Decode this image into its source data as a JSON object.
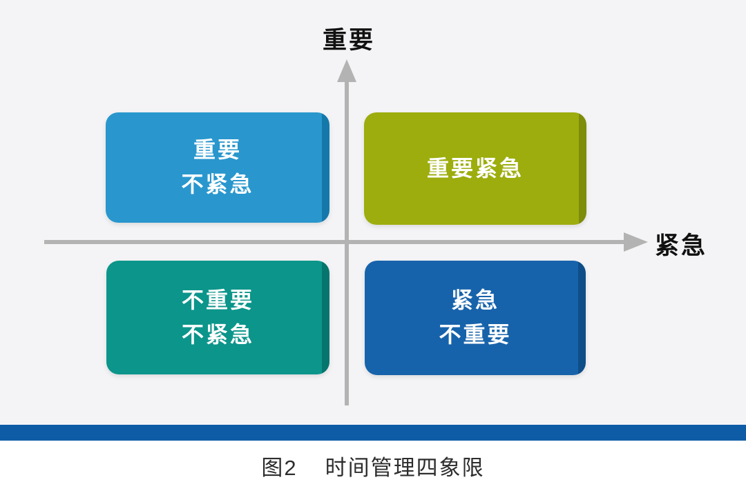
{
  "figure": {
    "axis": {
      "y_label": "重要",
      "x_label": "紧急",
      "line_color": "#b3b3b3"
    },
    "quadrants": [
      {
        "position": "top-left",
        "lines": [
          "重要",
          "不紧急"
        ],
        "color": "#2997cd",
        "edge_color": "#1478aa"
      },
      {
        "position": "top-right",
        "lines": [
          "重要紧急"
        ],
        "color": "#9cad0d",
        "edge_color": "#7d8c0a"
      },
      {
        "position": "bottom-left",
        "lines": [
          "不重要",
          "不紧急"
        ],
        "color": "#0c958a",
        "edge_color": "#05756d"
      },
      {
        "position": "bottom-right",
        "lines": [
          "紧急",
          "不重要"
        ],
        "color": "#1763ab",
        "edge_color": "#0d4e88"
      }
    ],
    "caption": {
      "prefix": "图2",
      "title": "时间管理四象限"
    },
    "divider_color": "#0f5ca6",
    "background_color": "#f4f4f6",
    "box_text_color": "#ffffff"
  }
}
